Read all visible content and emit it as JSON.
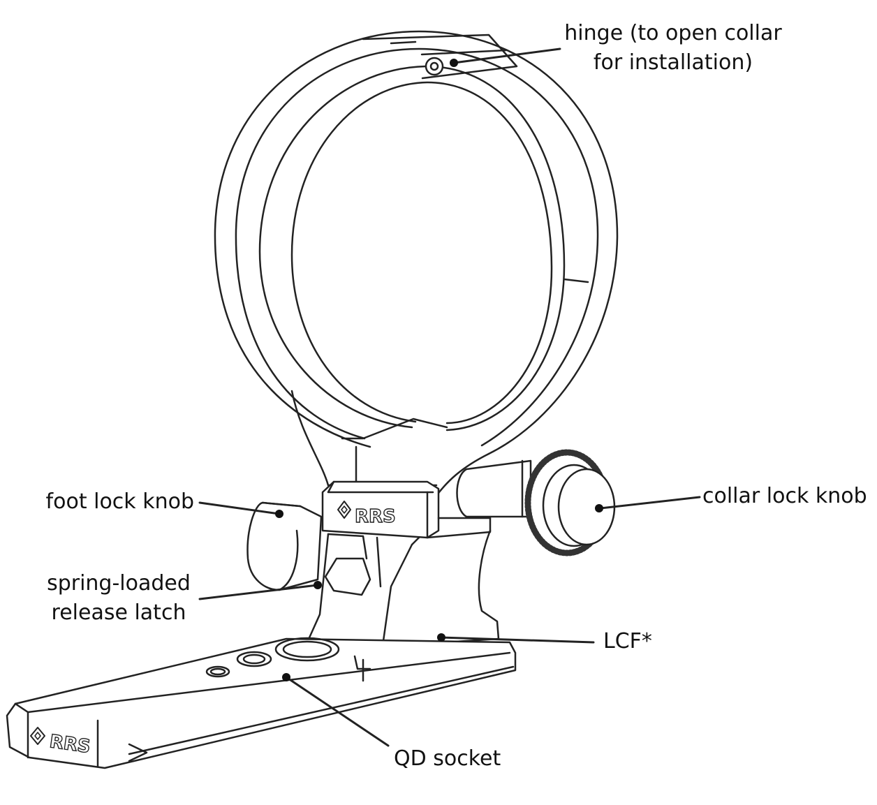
{
  "labels": {
    "hinge": {
      "line1": "hinge (to open collar",
      "line2": "for installation)"
    },
    "collar_lock_knob": "collar lock knob",
    "foot_lock_knob": "foot lock knob",
    "release_latch": {
      "line1": "spring-loaded",
      "line2": "release latch"
    },
    "lcf": "LCF*",
    "qd_socket": "QD socket"
  },
  "logos": {
    "top": "RRS",
    "plate": "RRS"
  },
  "colors": {
    "line": "#222222",
    "text": "#111111",
    "background": "#ffffff"
  }
}
